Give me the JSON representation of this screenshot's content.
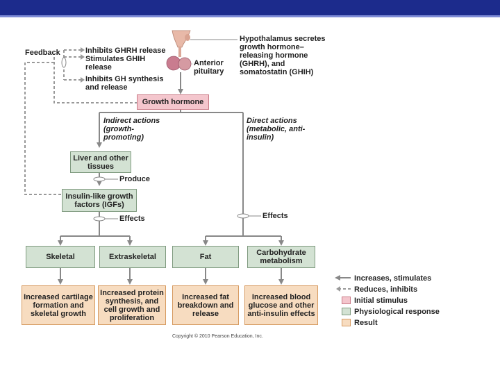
{
  "feedback_label": "Feedback",
  "feedback_items": [
    "Inhibits GHRH release",
    "Stimulates GHIH release",
    "Inhibits GH synthesis and release"
  ],
  "hypothalamus_text": "Hypothalamus secretes growth hormone–releasing hormone (GHRH), and somatostatin (GHIH)",
  "anterior_pituitary": "Anterior pituitary",
  "growth_hormone": "Growth hormone",
  "indirect_actions": "Indirect actions (growth-promoting)",
  "direct_actions": "Direct actions (metabolic, anti-insulin)",
  "liver_box": "Liver and other tissues",
  "produce_label": "Produce",
  "igf_box": "Insulin-like growth factors (IGFs)",
  "effects_label_left": "Effects",
  "effects_label_right": "Effects",
  "effect_boxes": [
    "Skeletal",
    "Extraskeletal",
    "Fat",
    "Carbohydrate metabolism"
  ],
  "result_boxes": [
    "Increased cartilage formation and skeletal growth",
    "Increased protein synthesis, and cell growth and proliferation",
    "Increased fat breakdown and release",
    "Increased blood glucose and other anti-insulin effects"
  ],
  "legend": {
    "increases": "Increases, stimulates",
    "reduces": "Reduces, inhibits",
    "initial": "Initial stimulus",
    "physiological": "Physiological response",
    "result": "Result"
  },
  "copyright": "Copyright © 2010 Pearson Education, Inc.",
  "colors": {
    "header": "#1c2b8c",
    "initial": "#f4c6cd",
    "physiological": "#d3e2d3",
    "result": "#f7dcc0",
    "arrow": "#888888"
  }
}
